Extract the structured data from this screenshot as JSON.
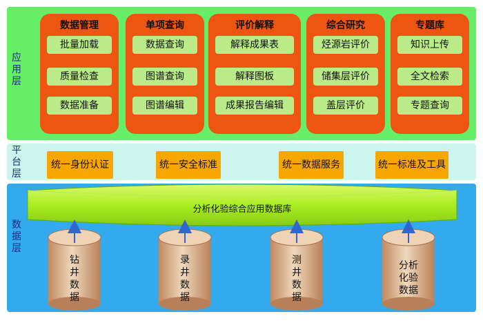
{
  "layers": {
    "app": "应用层",
    "platform": "平台层",
    "data": "数据层"
  },
  "modules": [
    {
      "title": "数据管理",
      "items": [
        "批量加载",
        "质量检查",
        "数据准备"
      ]
    },
    {
      "title": "单项查询",
      "items": [
        "数据查询",
        "图谱查询",
        "图谱编辑"
      ]
    },
    {
      "title": "评价解释",
      "items": [
        "解释成果表",
        "解释图板",
        "成果报告编辑"
      ]
    },
    {
      "title": "综合研究",
      "items": [
        "烃源岩评价",
        "储集层评价",
        "盖层评价"
      ]
    },
    {
      "title": "专题库",
      "items": [
        "知识上传",
        "全文检索",
        "专题查询"
      ]
    }
  ],
  "platform_items": [
    "统一身份认证",
    "统一安全标准",
    "统一数据服务",
    "统一标准及工具"
  ],
  "database_banner": "分析化验综合应用数据库",
  "databases": [
    [
      "钻",
      "井",
      "数",
      "据"
    ],
    [
      "录",
      "井",
      "数",
      "据"
    ],
    [
      "测",
      "井",
      "数",
      "据"
    ],
    [
      "分析",
      "化验",
      "数据"
    ]
  ],
  "colors": {
    "app_layer": "#66ee66",
    "platform_layer": "#ccf5ee",
    "data_layer": "#33aaee",
    "module": "#ee5511",
    "module_item": "#bbeb88",
    "platform_item": "#f7a600",
    "banner": "#aaee22",
    "cylinder": "#d8a882",
    "arrow": "#3366cc"
  }
}
